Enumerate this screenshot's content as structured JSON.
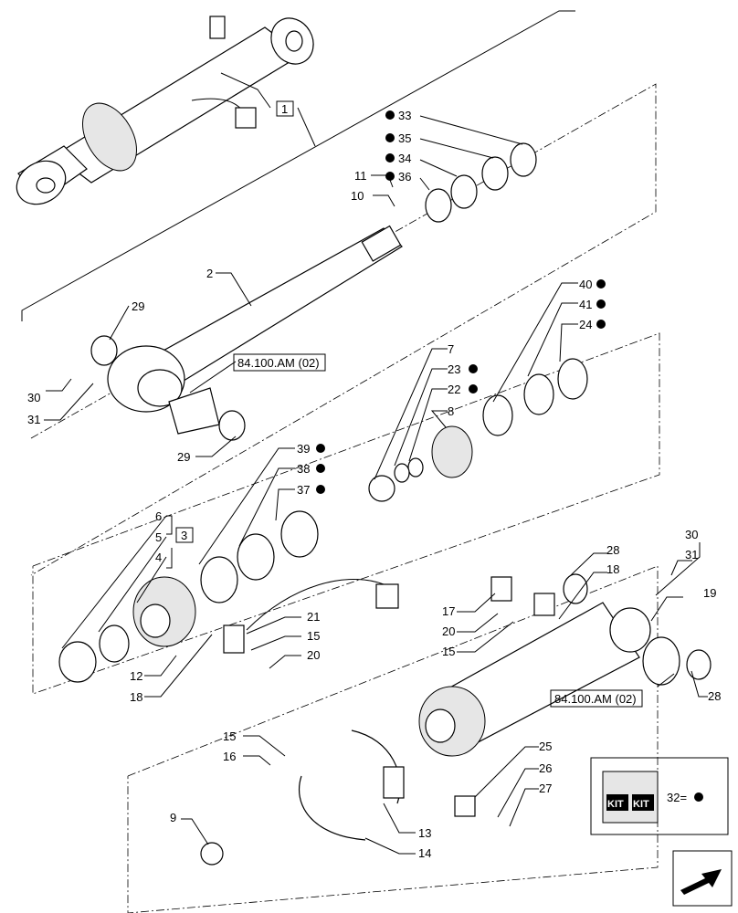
{
  "callouts": [
    "1",
    "3"
  ],
  "references": [
    "84.100.AM (02)",
    "84.100.AM (02)"
  ],
  "labels": {
    "l2": "2",
    "l4": "4",
    "l5": "5",
    "l6": "6",
    "l7": "7",
    "l8": "8",
    "l9": "9",
    "l10": "10",
    "l11": "11",
    "l12": "12",
    "l13": "13",
    "l14": "14",
    "l15": "15",
    "l16": "16",
    "l17": "17",
    "l18": "18",
    "l19": "19",
    "l20": "20",
    "l21": "21",
    "l22": "22",
    "l23": "23",
    "l24": "24",
    "l25": "25",
    "l26": "26",
    "l27": "27",
    "l28": "28",
    "l29": "29",
    "l30": "30",
    "l31": "31",
    "l33": "33",
    "l34": "34",
    "l35": "35",
    "l36": "36",
    "l37": "37",
    "l38": "38",
    "l39": "39",
    "l40": "40",
    "l41": "41"
  },
  "kit_legend": {
    "badge": "KIT",
    "text": "32="
  },
  "icons": [
    "kit-box-icon",
    "next-page-arrow-icon"
  ]
}
